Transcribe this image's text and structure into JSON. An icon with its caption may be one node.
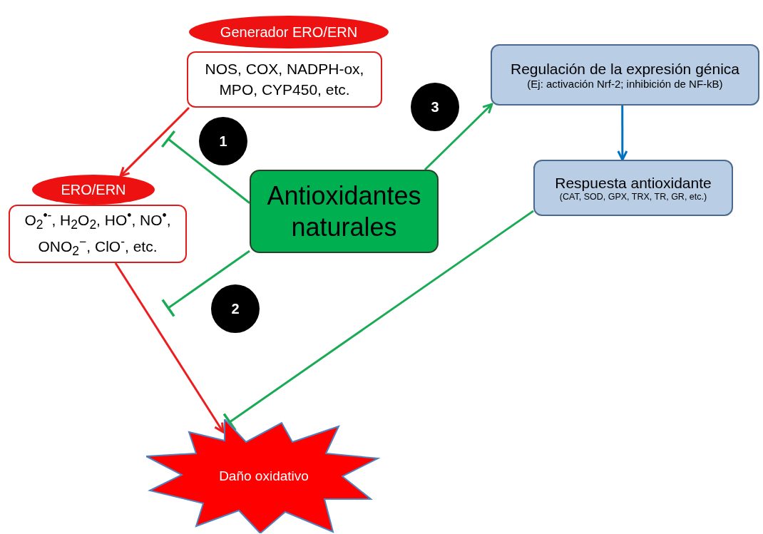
{
  "diagram": {
    "nodes": [
      {
        "text": [
          "Generador ERO/ERN"
        ]
      },
      {
        "text": [
          "NOS, COX, NADPH-ox, MPO, CYP450, etc."
        ]
      },
      {
        "text": [
          "ERO/ERN"
        ]
      },
      {
        "text": [
          "O$_{2}$$^{•-}$, H$_{2}$O$_{2}$, HO$^{•}$, NO$^{•}$, ONO$_{2}$$^{−}$, ClO$^{-}$, etc."
        ]
      },
      {
        "text": [
          "Antioxidantes naturales"
        ]
      },
      {
        "text": [
          "1"
        ]
      },
      {
        "text": [
          "2"
        ]
      },
      {
        "text": [
          "3"
        ]
      },
      {
        "text": [
          "Regulación de la expresión génica",
          "(Ej: activación Nrf-2; inhibición de NF-kB)"
        ]
      },
      {
        "text": [
          "Respuesta antioxidante",
          "(CAT, SOD, GPX, TRX, TR, GR, etc.)"
        ]
      },
      {
        "text": [
          "Daño oxidativo"
        ]
      }
    ],
    "edges": [
      {
        "from": 1,
        "to": 2,
        "arrow": "to",
        "color": "#ee1c1c"
      },
      {
        "from": 4,
        "to": null,
        "arrow": "other"
      },
      {
        "from": 4,
        "to": null,
        "arrow": "other"
      },
      {
        "from": 4,
        "to": 8,
        "arrow": "to"
      },
      {
        "from": 8,
        "to": 9,
        "arrow": "to",
        "color": "#0070c0"
      },
      {
        "from": 9,
        "to": 10,
        "arrow": "other"
      },
      {
        "from": 3,
        "to": 10,
        "arrow": "to",
        "color": "#ee1c1c"
      }
    ]
  }
}
